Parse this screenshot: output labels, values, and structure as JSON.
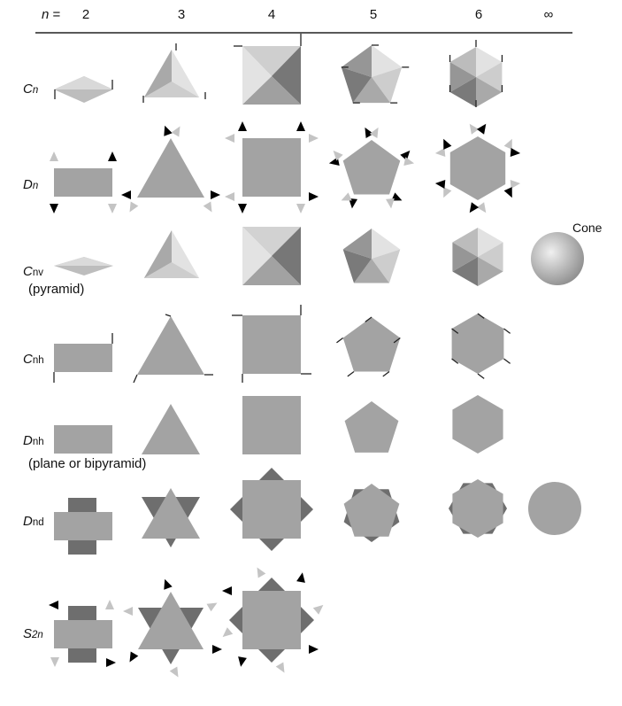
{
  "header": {
    "n_label": "n",
    "equals": "=",
    "columns": [
      "2",
      "3",
      "4",
      "5",
      "6",
      "∞"
    ]
  },
  "rows": [
    {
      "symbol": "C",
      "subscript": "n",
      "note": ""
    },
    {
      "symbol": "D",
      "subscript": "n",
      "note": ""
    },
    {
      "symbol": "C",
      "subscript": "nv",
      "note": "(pyramid)"
    },
    {
      "symbol": "C",
      "subscript": "nh",
      "note": ""
    },
    {
      "symbol": "D",
      "subscript": "nh",
      "note": "(plane or bipyramid)"
    },
    {
      "symbol": "D",
      "subscript": "nd",
      "note": ""
    },
    {
      "symbol": "S",
      "subscript": "2n",
      "note": ""
    }
  ],
  "annotations": {
    "cone": "Cone"
  },
  "colors": {
    "face": "#a3a3a3",
    "dark": "#6e6e6e",
    "light": "#dcdcdc",
    "black": "#000000",
    "flag_light": "#c4c4c4",
    "rule": "#222222"
  }
}
